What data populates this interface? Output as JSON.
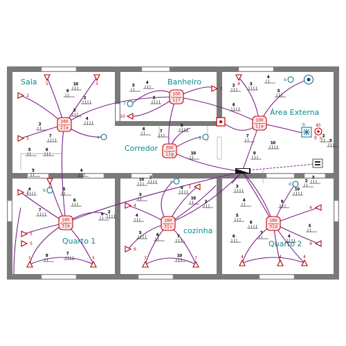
{
  "rooms": [
    {
      "id": "sala",
      "label": "Sala"
    },
    {
      "id": "banheiro",
      "label": "Banheiro"
    },
    {
      "id": "area-externa",
      "label": "Área Externa"
    },
    {
      "id": "corredor",
      "label": "Corredor"
    },
    {
      "id": "quarto1",
      "label": "Quarto 1"
    },
    {
      "id": "cozinha",
      "label": "cozinha"
    },
    {
      "id": "quarto2",
      "label": "Quarto 2"
    }
  ],
  "lamps": [
    {
      "id": "sala",
      "power": "160",
      "circuit": "2",
      "switch": "a"
    },
    {
      "id": "banheiro",
      "power": "100",
      "circuit": "1",
      "switch": "f"
    },
    {
      "id": "externa",
      "power": "100",
      "circuit": "1",
      "switch": "e"
    },
    {
      "id": "corredor",
      "power": "300",
      "circuit": "1",
      "switch": "g"
    },
    {
      "id": "quarto1",
      "power": "160",
      "circuit": "3",
      "switch": "b"
    },
    {
      "id": "cozinha",
      "power": "160",
      "circuit": "3",
      "switch": "c"
    },
    {
      "id": "quarto2",
      "power": "160",
      "circuit": "3",
      "switch": "d"
    }
  ],
  "switch_letters": [
    "a",
    "b",
    "c",
    "d",
    "e",
    "f",
    "g",
    "h"
  ],
  "outlet_numbers": [
    "1",
    "2",
    "3",
    "4",
    "5",
    "6",
    "7",
    "9",
    "10"
  ],
  "misc": {
    "ext_45": "45",
    "ext_g": "g",
    "ext_b": "b",
    "ext_h": "h"
  }
}
